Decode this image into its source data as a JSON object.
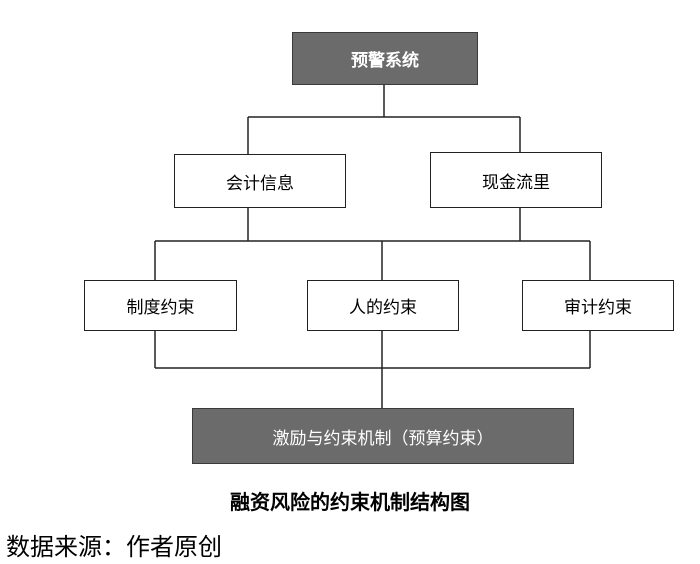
{
  "diagram": {
    "nodes": {
      "warning_system": "预警系统",
      "accounting_info": "会计信息",
      "cash_flow": "现金流里",
      "system_constraint": "制度约束",
      "human_constraint": "人的约束",
      "audit_constraint": "审计约束",
      "incentive_mechanism": "激励与约束机制（预算约束）"
    },
    "colors": {
      "dark_box": "#6b6b6b",
      "line": "#222222"
    }
  },
  "caption": "融资风险的约束机制结构图",
  "source": "数据来源：作者原创"
}
